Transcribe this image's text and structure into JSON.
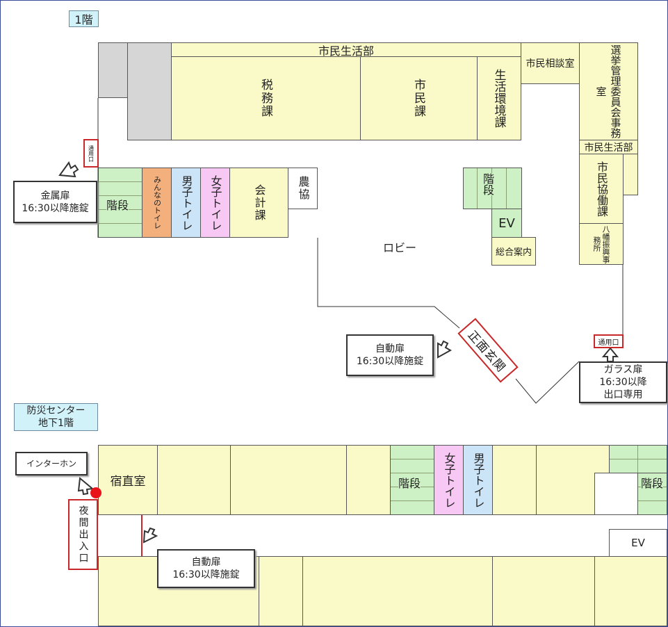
{
  "floor1": {
    "floor_label": "1階",
    "rooms": {
      "dept_header": "市民生活部",
      "tax": "税務課",
      "citizen": "市民課",
      "environment": "生活環境課",
      "consult": "市民相談室",
      "election": "選挙管理委員会事務室",
      "dept_header2": "市民生活部",
      "cooperation": "市民協働課",
      "yawata": "八幡振興事務所",
      "stairs_left": "階段",
      "universal_toilet": "みんなのトイレ",
      "mens_toilet": "男子トイレ",
      "womens_toilet": "女子トイレ",
      "accounting": "会計課",
      "nokyo": "農協",
      "stairs_center": "階段",
      "ev": "EV",
      "info": "総合案内",
      "lobby": "ロビー",
      "main_entrance": "正面玄関",
      "side_door_left": "通用口",
      "side_door_right": "通用口"
    },
    "callouts": {
      "metal_door": "金属扉\n16:30以降施錠",
      "auto_door": "自動扉\n16:30以降施錠",
      "glass_door": "ガラス扉\n16:30以降\n出口専用"
    }
  },
  "basement": {
    "floor_label": "防災センター\n地下1階",
    "rooms": {
      "night_duty": "宿直室",
      "night_entrance": "夜間出入口",
      "stairs_1": "階段",
      "womens_toilet": "女子トイレ",
      "mens_toilet": "男子トイレ",
      "stairs_2": "階段",
      "ev": "EV"
    },
    "callouts": {
      "intercom": "インターホン",
      "auto_door": "自動扉\n16:30以降施錠"
    }
  },
  "colors": {
    "room": "#fafac8",
    "stairs": "#cdf0c4",
    "mens": "#cce4f7",
    "womens": "#f7c8f4",
    "universal": "#f4b07c",
    "highlight": "#c8282a",
    "floor_tag": "#d2f2fa"
  }
}
